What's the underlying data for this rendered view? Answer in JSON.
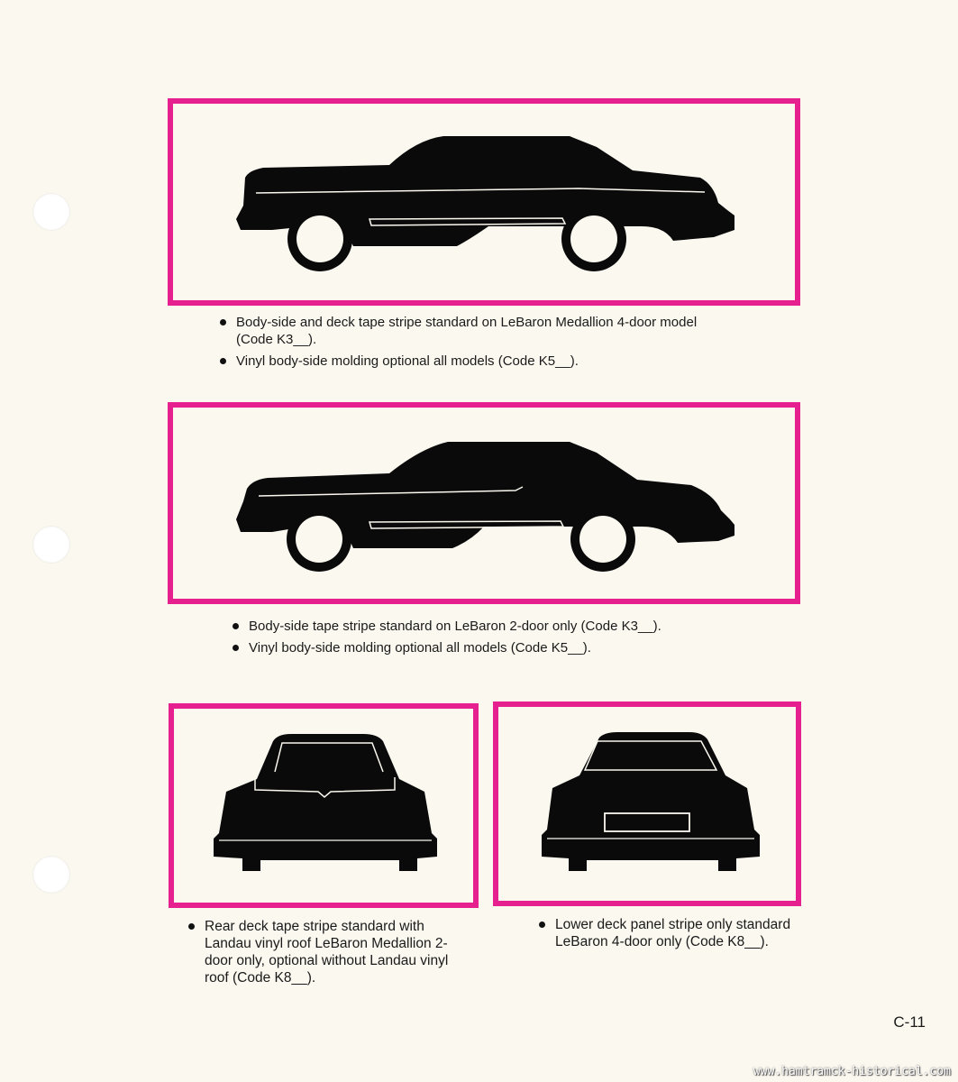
{
  "panels": {
    "top": {
      "bullets": [
        "Body-side and deck tape stripe standard on LeBaron Medallion 4-door model (Code K3__).",
        "Vinyl body-side molding optional all models (Code K5__)."
      ]
    },
    "middle": {
      "bullets": [
        "Body-side tape stripe standard on LeBaron 2-door only (Code K3__).",
        "Vinyl body-side molding optional all models (Code K5__)."
      ]
    },
    "bottom_left": {
      "bullets": [
        "Rear deck tape stripe standard with Landau vinyl roof LeBaron Medallion 2-door only, optional without Landau vinyl roof (Code K8__)."
      ]
    },
    "bottom_right": {
      "bullets": [
        "Lower deck panel stripe only standard LeBaron 4-door only (Code K8__)."
      ]
    }
  },
  "page_number": "C-11",
  "watermark": "www.hamtramck-historical.com",
  "colors": {
    "frame": "#e6208f",
    "paper": "#fbf8ef",
    "silhouette": "#0a0a0a"
  }
}
